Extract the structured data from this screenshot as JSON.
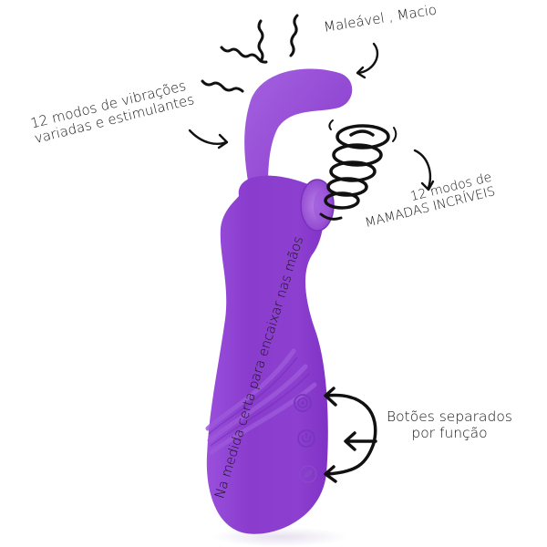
{
  "image": {
    "subject": "purple silicone dual-function massager product photo with handwritten annotations",
    "background_color": "#ffffff",
    "product_color": "#8f3fd0",
    "product_highlight_color": "#b27be6",
    "ink_color": "#111111"
  },
  "annotations": {
    "malleable": {
      "text": "Maleável , Macio"
    },
    "vibration": {
      "line1": "12 modos de vibrações",
      "line2": "variadas e estimulantes"
    },
    "suction": {
      "line1": "12 modos de",
      "line2": "MAMADAS INCRÍVEIS"
    },
    "hand_fit": {
      "text": "Na medida certa para encaixar nas mãos"
    },
    "buttons": {
      "line1": "Botões separados",
      "line2": "por função"
    }
  },
  "product": {
    "buttons": [
      {
        "icon": "mode-target-icon"
      },
      {
        "icon": "power-icon"
      },
      {
        "icon": "leaf-icon"
      }
    ]
  }
}
